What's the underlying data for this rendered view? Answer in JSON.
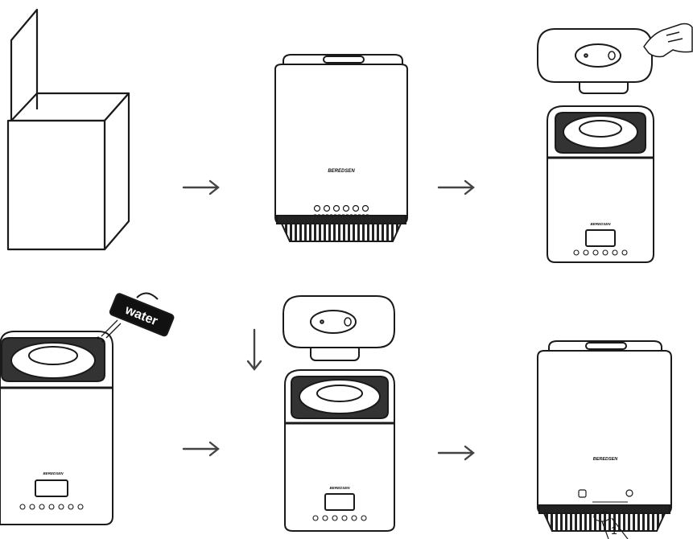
{
  "steps": [
    {
      "id": "unbox"
    },
    {
      "id": "unit-closed"
    },
    {
      "id": "lift-top-cover"
    },
    {
      "id": "fill-water",
      "label": "water"
    },
    {
      "id": "replace-top-cover"
    },
    {
      "id": "unit-ready",
      "callout": "1"
    }
  ],
  "brand": "BEREDSEN",
  "arrow_icon": "arrow-right-icon",
  "down_arrow_icon": "arrow-down-icon",
  "line_color": "#1a1a1a"
}
